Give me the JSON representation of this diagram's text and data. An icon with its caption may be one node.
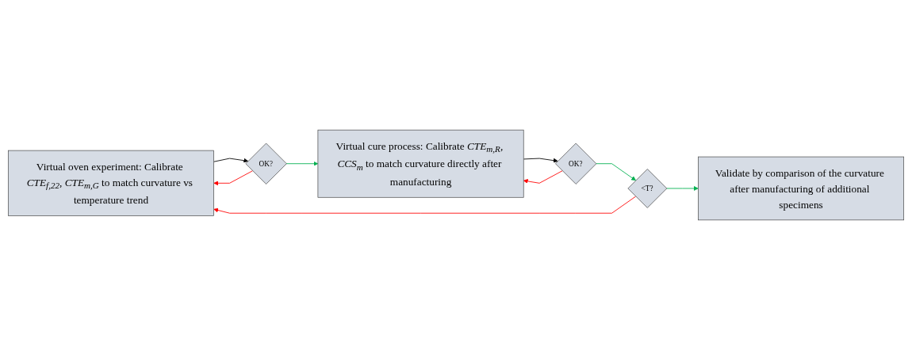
{
  "diagram": {
    "nodes": [
      {
        "text": [
          "Virtual oven experiment: Calibrate *CTE*$_{f,22}$, *CTE*$_{m,G}$ to match curvature vs temperature trend"
        ]
      },
      {
        "text": [
          "OK?"
        ]
      },
      {
        "text": [
          "Virtual cure process: Calibrate *CTE*$_{m,R}$, *CCS*$_{m}$ to match curvature directly after manufacturing"
        ]
      },
      {
        "text": [
          "OK?"
        ]
      },
      {
        "text": [
          "<T?"
        ]
      },
      {
        "text": [
          "Validate by comparison of the curvature after manufacturing of additional specimens"
        ]
      }
    ],
    "edges": [
      {
        "from": 0,
        "to": 1,
        "arrow": "to",
        "color": "#000000"
      },
      {
        "from": 1,
        "to": 2,
        "arrow": "to",
        "color": "#00b050"
      },
      {
        "from": 1,
        "to": 0,
        "arrow": "to",
        "color": "#ff0000"
      },
      {
        "from": 2,
        "to": 3,
        "arrow": "to",
        "color": "#000000"
      },
      {
        "from": 3,
        "to": 4,
        "arrow": "to",
        "color": "#00b050"
      },
      {
        "from": 3,
        "to": 2,
        "arrow": "to",
        "color": "#ff0000"
      },
      {
        "from": 4,
        "to": 0,
        "arrow": "to",
        "color": "#ff0000"
      },
      {
        "from": 4,
        "to": 5,
        "arrow": "to",
        "color": "#00b050"
      }
    ]
  }
}
